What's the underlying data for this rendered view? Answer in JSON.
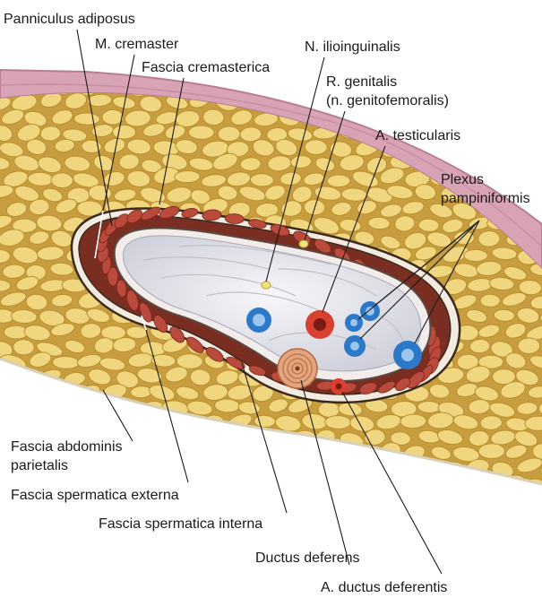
{
  "labels": {
    "panniculus": "Panniculus adiposus",
    "cremaster": "M. cremaster",
    "fascia_cremasterica": "Fascia cremasterica",
    "n_ilioinguinalis": "N. ilioinguinalis",
    "r_genitalis_1": "R. genitalis",
    "r_genitalis_2": "(n. genitofemoralis)",
    "a_testicularis": "A. testicularis",
    "plexus_1": "Plexus",
    "plexus_2": "pampiniformis",
    "fascia_abdominis_1": "Fascia abdominis",
    "fascia_abdominis_2": "parietalis",
    "fascia_sp_externa": "Fascia spermatica externa",
    "fascia_sp_interna": "Fascia spermatica interna",
    "ductus_deferens": "Ductus deferens",
    "a_ductus_deferentis": "A. ductus deferentis"
  },
  "colors": {
    "skin": "#d9a3b6",
    "skin_edge": "#b97d93",
    "fat_bg": "#d9b558",
    "fat_lobule": "#f0d67f",
    "fat_gap": "#b8902e",
    "muscle": "#b94a3c",
    "cord_inner": "#e9e9ef",
    "artery": "#d8402f",
    "vein": "#2c79c8",
    "ductus": "#e3a57e"
  }
}
